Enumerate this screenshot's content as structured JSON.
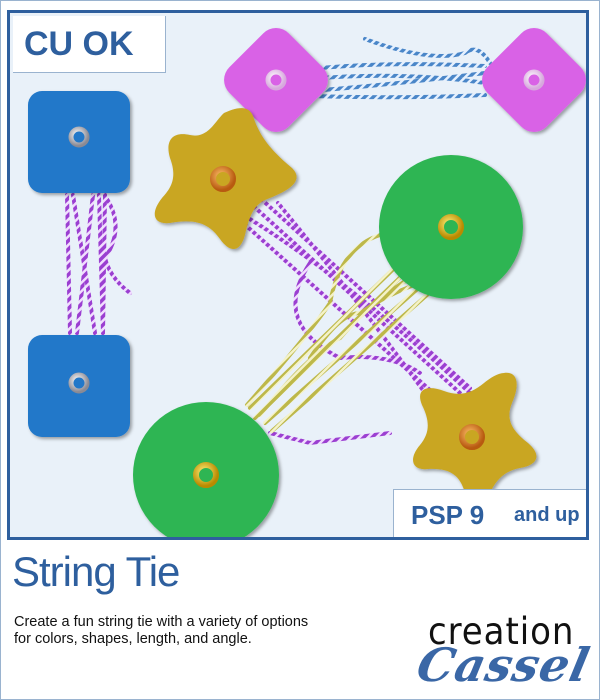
{
  "badges": {
    "license": "CU OK",
    "version_main": "PSP 9",
    "version_suffix": "and up"
  },
  "product": {
    "title": "String Tie",
    "description_line1": "Create a fun string tie with a variety of options",
    "description_line2": "for colors, shapes, length, and angle."
  },
  "brand": {
    "logo_top": "creation",
    "logo_bottom": "Cassel"
  },
  "colors": {
    "frame_border": "#2e5f9e",
    "panel_background": "#e9f1f9",
    "brand_blue": "#2e5f9e",
    "blue_tag": "#2178c9",
    "pink_tag": "#d962e6",
    "gold_star": "#c9a622",
    "green_circle": "#2fb553",
    "purple_string": "#9b3fd1",
    "blue_string": "#4a86c8",
    "yellow_string": "#c9c45a"
  },
  "illustration": {
    "tag_pairs": [
      {
        "shape": "rounded-square",
        "color": "blue",
        "eyelet": "silver",
        "string": "purple"
      },
      {
        "shape": "rotated-square",
        "color": "pink",
        "eyelet": "white",
        "string": "blue"
      },
      {
        "shape": "star",
        "color": "gold",
        "eyelet": "orange",
        "string": "purple"
      },
      {
        "shape": "circle",
        "color": "green",
        "eyelet": "yellow",
        "string": "yellow"
      }
    ]
  }
}
